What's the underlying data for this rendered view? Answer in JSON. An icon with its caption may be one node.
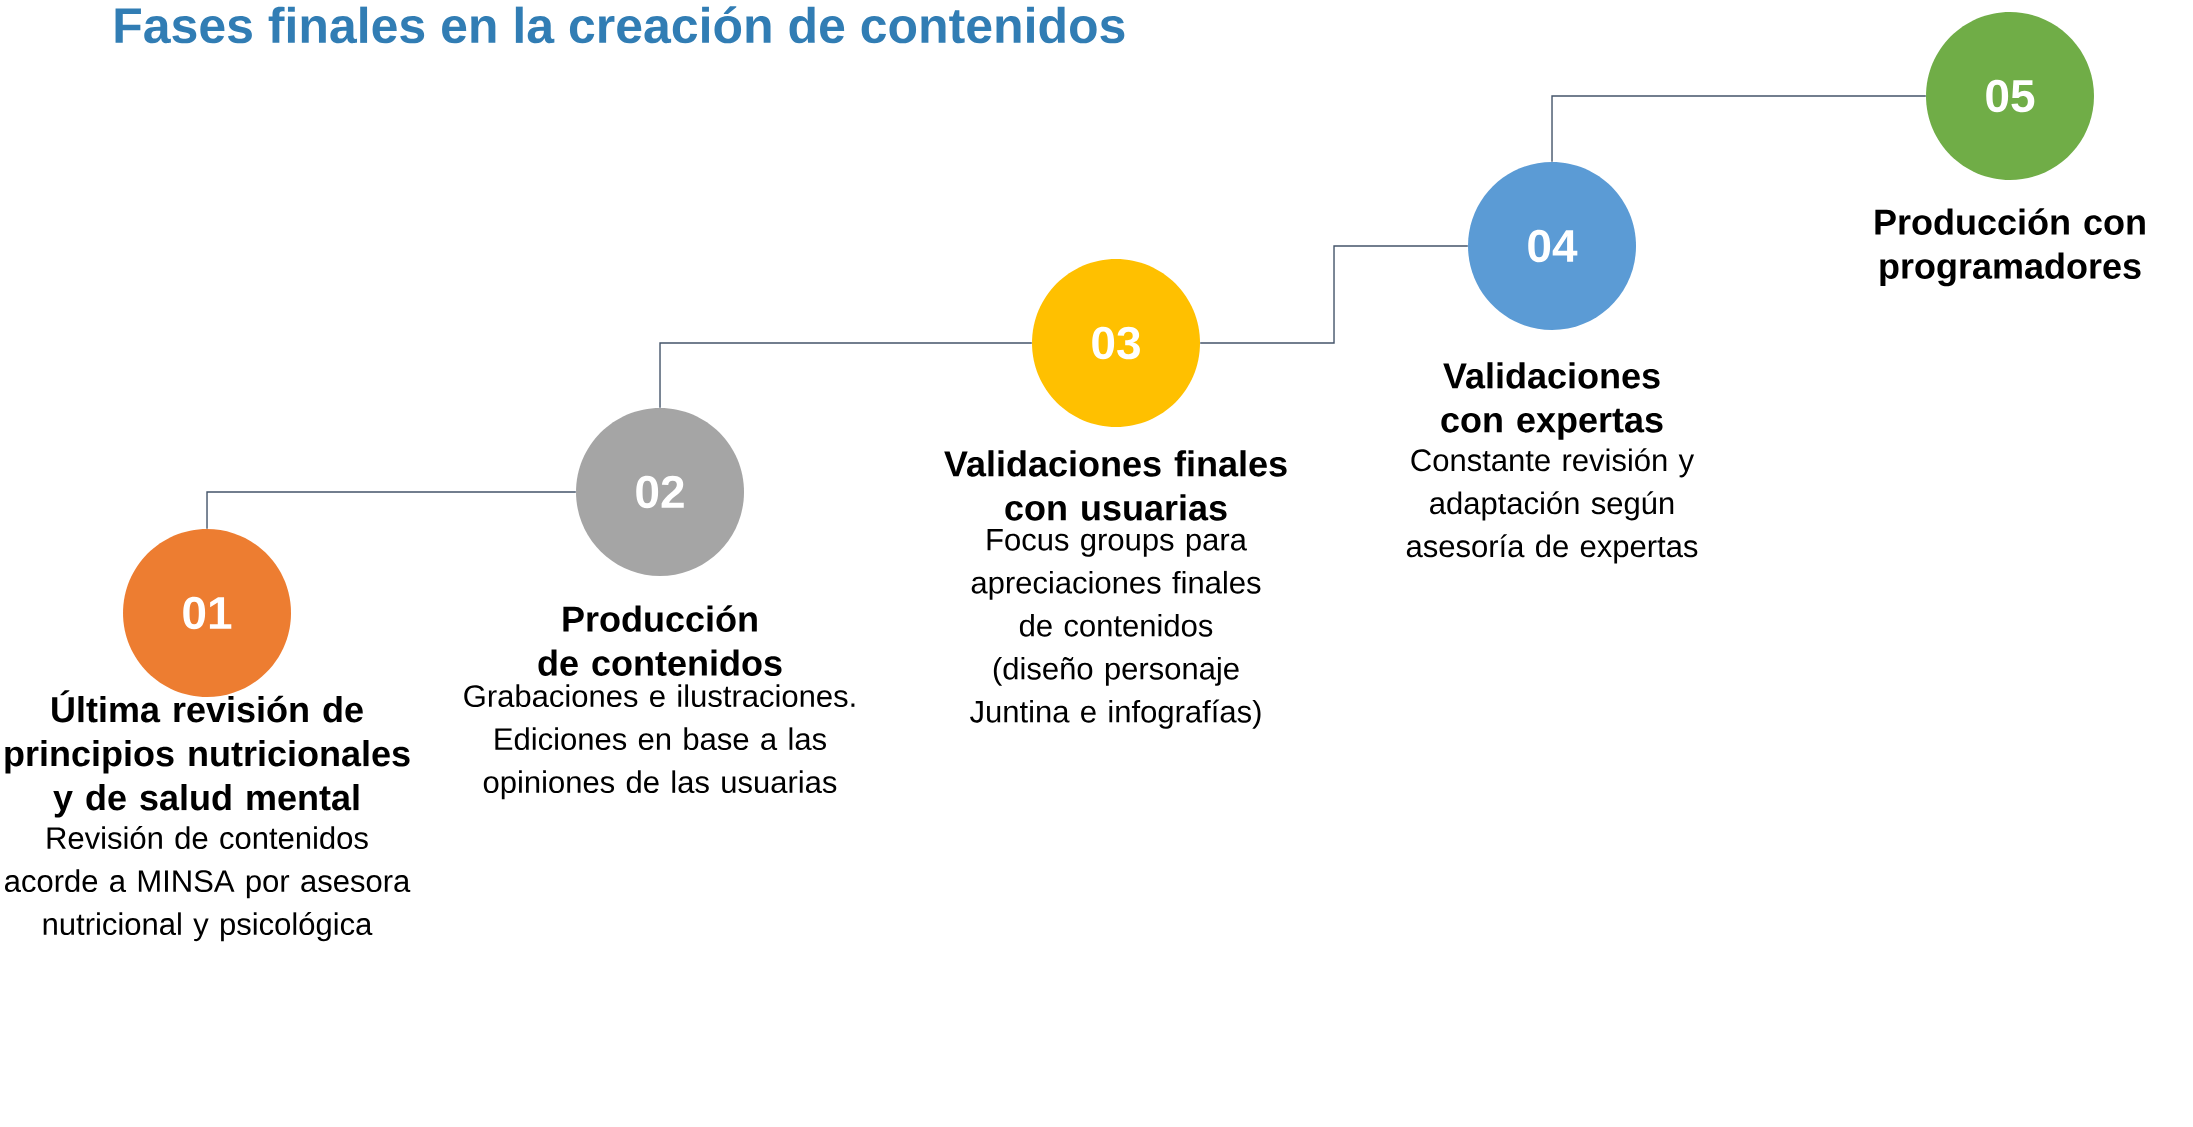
{
  "diagram": {
    "title": "Fases finales en la creación de contenidos",
    "nodes": [
      {
        "text": [
          "01",
          "Última revisión de principios nutricionales y de salud mental",
          "Revisión de contenidos acorde a MINSA por asesora nutricional y psicológica"
        ]
      },
      {
        "text": [
          "02",
          "Producción de contenidos",
          "Grabaciones e ilustraciones. Ediciones en base a las opiniones de las usuarias"
        ]
      },
      {
        "text": [
          "03",
          "Validaciones finales con usuarias",
          "Focus groups para apreciaciones finales de contenidos (diseño personaje Juntina e infografías)"
        ]
      },
      {
        "text": [
          "04",
          "Validaciones con expertas",
          "Constante revisión y adaptación según asesoría de expertas"
        ]
      },
      {
        "text": [
          "05",
          "Producción con programadores"
        ]
      }
    ],
    "edges": [
      {
        "from": 0,
        "to": 1,
        "arrow": "none"
      },
      {
        "from": 1,
        "to": 2,
        "arrow": "none"
      },
      {
        "from": 2,
        "to": 3,
        "arrow": "none"
      },
      {
        "from": 3,
        "to": 4,
        "arrow": "none"
      }
    ]
  }
}
